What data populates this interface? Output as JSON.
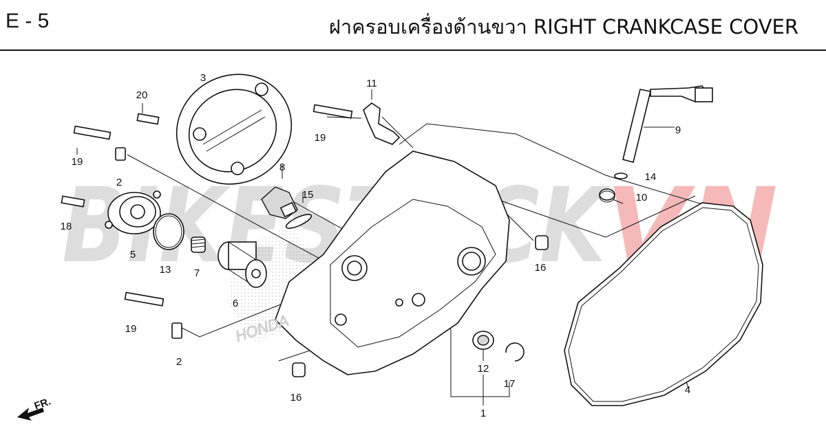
{
  "header": {
    "page_code": "E - 5",
    "title": "ฝาครอบเครื่องด้านขวา  RIGHT CRANKCASE COVER"
  },
  "watermark": {
    "left_text": "BIKESTOCK",
    "right_text": "VN",
    "left_color": "#d4d4d4",
    "right_color": "#f3a7a7"
  },
  "front_marker": "FR.",
  "brand_mark": "HONDA",
  "callouts": [
    "1",
    "2",
    "2",
    "3",
    "4",
    "5",
    "6",
    "7",
    "8",
    "9",
    "10",
    "11",
    "12",
    "13",
    "14",
    "15",
    "16",
    "16",
    "17",
    "18",
    "19",
    "19",
    "19",
    "20"
  ]
}
